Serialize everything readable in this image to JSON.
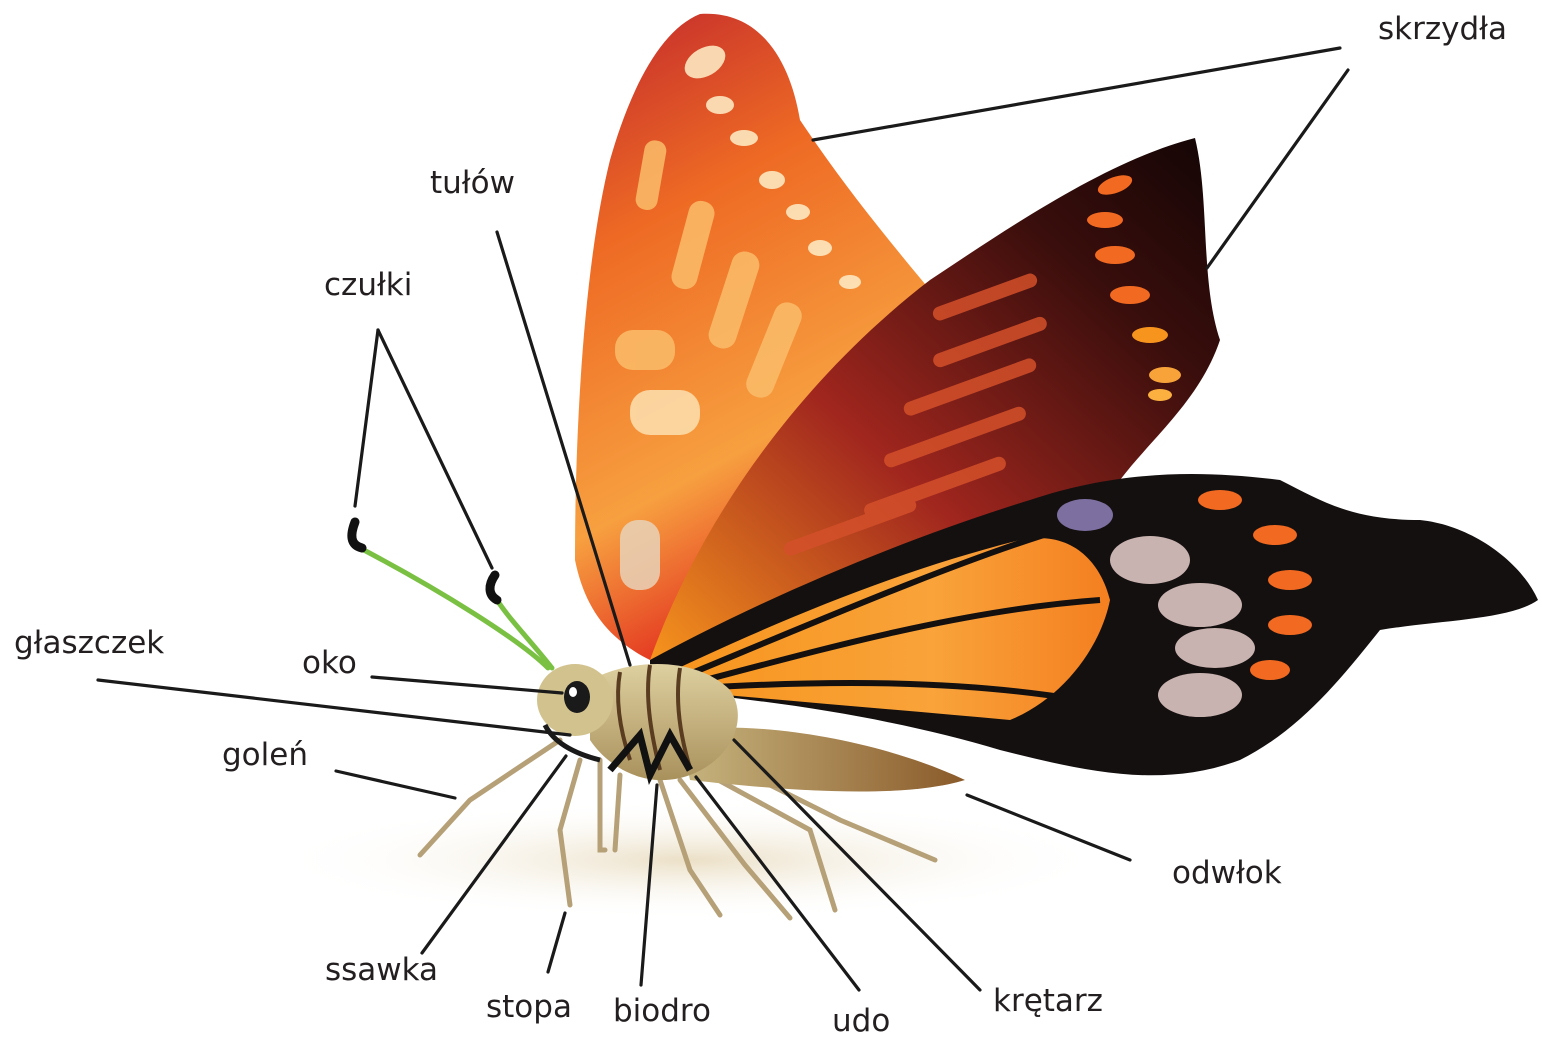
{
  "labels": {
    "skrzydla": "skrzydła",
    "tulow": "tułów",
    "czulki": "czułki",
    "glaszczek": "głaszczek",
    "oko": "oko",
    "golen": "goleń",
    "ssawka": "ssawka",
    "stopa": "stopa",
    "biodro": "biodro",
    "udo": "udo",
    "kretarz": "krętarz",
    "odwlok": "odwłok"
  },
  "colors": {
    "label_text": "#231f20",
    "leader_line": "#1a1a1a",
    "wing_orange": "#f28a1e",
    "wing_red": "#c0272d",
    "wing_black": "#111111",
    "body_tan": "#c9b784",
    "antenna_green": "#7ac143"
  },
  "icons": {
    "illustration": "butterfly-side-view"
  }
}
